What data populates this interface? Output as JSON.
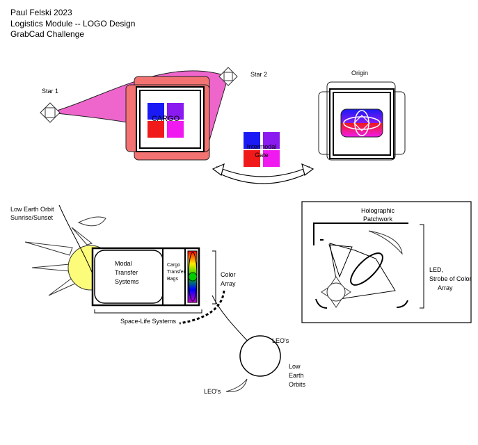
{
  "header": {
    "line1": "Paul Felski 2023",
    "line2": "Logistics Module -- LOGO Design",
    "line3": "GrabCad Challenge"
  },
  "logo": {
    "star1_label": "Star 1",
    "star2_label": "Star 2",
    "origin_label": "Origin",
    "cargo_label": "CARGO",
    "gate_line1": "Intermodal",
    "gate_line2": "Gate",
    "colors": {
      "blue": "#1a1af5",
      "purple": "#8a1af0",
      "red": "#f01a1a",
      "magenta": "#f01af0",
      "beam_pink": "#ee66cc",
      "salmon": "#f37373"
    }
  },
  "module": {
    "sunrise_line1": "Low Earth Orbit",
    "sunrise_line2": "Sunrise/Sunset",
    "modal_line1": "Modal",
    "modal_line2": "Transfer",
    "modal_line3": "Systems",
    "cargo_bags_line1": "Cargo",
    "cargo_bags_line2": "Transfer",
    "cargo_bags_line3": "Bags",
    "color_array_line1": "Color",
    "color_array_line2": "Array",
    "space_life": "Space-Life Systems",
    "leos_top": "LEO's",
    "leos_bottom": "LEO's",
    "orbits_line1": "Low",
    "orbits_line2": "Earth",
    "orbits_line3": "Orbits",
    "sun_color": "#fcfc7a"
  },
  "holo": {
    "title_line1": "Holographic",
    "title_line2": "Patchwork",
    "led_line1": "LED,",
    "led_line2": "Strobe of Color",
    "led_line3": "Array"
  }
}
